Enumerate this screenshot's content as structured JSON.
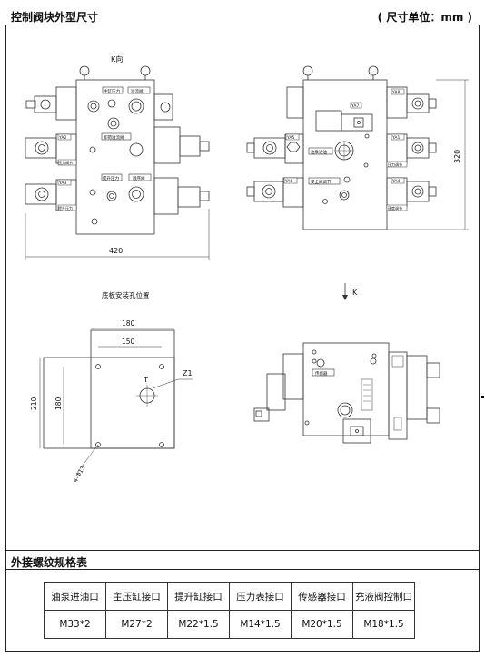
{
  "header": {
    "title": "控制阀块外型尺寸",
    "unit_note": "( 尺寸单位：mm )"
  },
  "drawing": {
    "view_k_title": "K向",
    "view_k_arrow": "K",
    "mount_caption": "底板安装孔位置",
    "dims": {
      "width_front": "420",
      "height_side": "320",
      "plate_outer_w": "180",
      "plate_inner_w": "150",
      "plate_outer_h": "210",
      "plate_inner_h": "180",
      "hole_spec": "4-Φ13",
      "port_t": "T",
      "port_z1": "Z1"
    },
    "front_labels": {
      "main_pressure": "主缸压力",
      "relief": "溢流阀",
      "pump_relief": "卸荷溢流阀",
      "ya2": "YA2",
      "ya3": "YA3",
      "pressure_adj": "压力调节",
      "lift_pressure": "提升压力",
      "lift_pressure2": "提升压力",
      "sequence": "顺序阀"
    },
    "rear_labels": {
      "ya7": "YA7",
      "ya8": "YA8",
      "ya5": "YA5",
      "ya6": "YA6",
      "ya1": "YA1",
      "ya4": "YA4",
      "oil_inlet": "油泵进油",
      "safety": "安全阀调节",
      "pressure_adj1": "压力调节",
      "pressure_adj2": "压力调节",
      "speed_adj": "速度调节"
    },
    "bottom_labels": {
      "sensor": "传感器"
    }
  },
  "spec": {
    "title": "外接螺纹规格表",
    "headers": [
      "油泵进油口",
      "主压缸接口",
      "提升缸接口",
      "压力表接口",
      "传感器接口",
      "充液阀控制口"
    ],
    "values": [
      "M33*2",
      "M27*2",
      "M22*1.5",
      "M14*1.5",
      "M20*1.5",
      "M18*1.5"
    ]
  }
}
